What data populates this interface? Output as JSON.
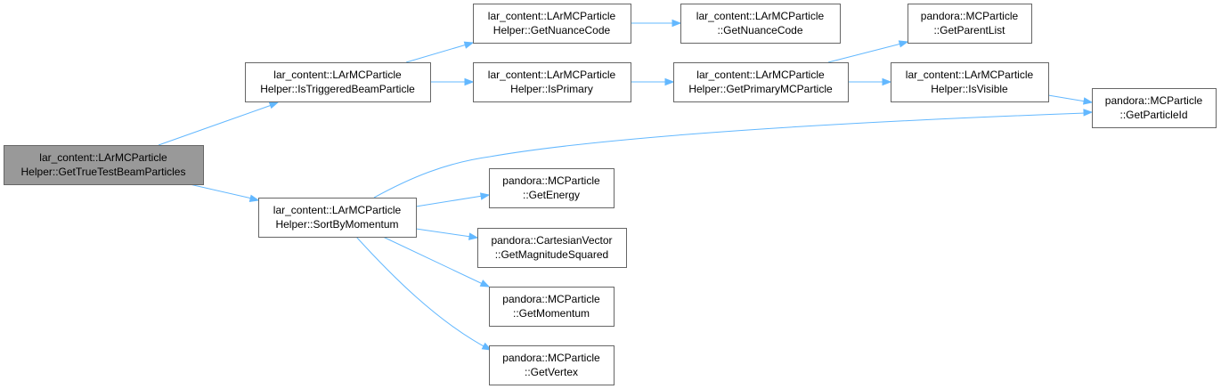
{
  "diagram": {
    "type": "call-graph",
    "colors": {
      "edge": "#63b8ff",
      "node_border": "#666666",
      "root_fill": "#999999",
      "node_fill": "#ffffff"
    },
    "nodes": [
      {
        "id": "n0",
        "lines": [
          "lar_content::LArMCParticle",
          "Helper::GetTrueTestBeamParticles"
        ],
        "root": true
      },
      {
        "id": "n1",
        "lines": [
          "lar_content::LArMCParticle",
          "Helper::IsTriggeredBeamParticle"
        ]
      },
      {
        "id": "n2",
        "lines": [
          "lar_content::LArMCParticle",
          "Helper::SortByMomentum"
        ]
      },
      {
        "id": "n3",
        "lines": [
          "lar_content::LArMCParticle",
          "Helper::GetNuanceCode"
        ]
      },
      {
        "id": "n4",
        "lines": [
          "lar_content::LArMCParticle",
          "Helper::IsPrimary"
        ]
      },
      {
        "id": "n5",
        "lines": [
          "lar_content::LArMCParticle",
          "::GetNuanceCode"
        ]
      },
      {
        "id": "n6",
        "lines": [
          "lar_content::LArMCParticle",
          "Helper::GetPrimaryMCParticle"
        ]
      },
      {
        "id": "n7",
        "lines": [
          "pandora::MCParticle",
          "::GetParentList"
        ]
      },
      {
        "id": "n8",
        "lines": [
          "lar_content::LArMCParticle",
          "Helper::IsVisible"
        ]
      },
      {
        "id": "n9",
        "lines": [
          "pandora::MCParticle",
          "::GetParticleId"
        ]
      },
      {
        "id": "n10",
        "lines": [
          "pandora::MCParticle",
          "::GetEnergy"
        ]
      },
      {
        "id": "n11",
        "lines": [
          "pandora::CartesianVector",
          "::GetMagnitudeSquared"
        ]
      },
      {
        "id": "n12",
        "lines": [
          "pandora::MCParticle",
          "::GetMomentum"
        ]
      },
      {
        "id": "n13",
        "lines": [
          "pandora::MCParticle",
          "::GetVertex"
        ]
      }
    ],
    "edges": [
      [
        "n0",
        "n1"
      ],
      [
        "n0",
        "n2"
      ],
      [
        "n1",
        "n3"
      ],
      [
        "n1",
        "n4"
      ],
      [
        "n3",
        "n5"
      ],
      [
        "n4",
        "n6"
      ],
      [
        "n6",
        "n7"
      ],
      [
        "n6",
        "n8"
      ],
      [
        "n8",
        "n9"
      ],
      [
        "n2",
        "n9"
      ],
      [
        "n2",
        "n10"
      ],
      [
        "n2",
        "n11"
      ],
      [
        "n2",
        "n12"
      ],
      [
        "n2",
        "n13"
      ]
    ]
  }
}
